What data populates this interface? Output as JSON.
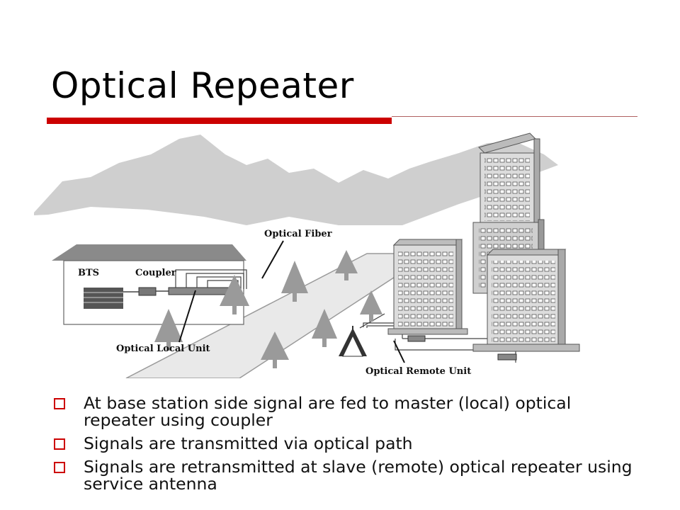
{
  "slide": {
    "title": "Optical Repeater",
    "accent_color": "#cc0000"
  },
  "diagram": {
    "labels": {
      "optical_fiber": "Optical Fiber",
      "bts": "BTS",
      "coupler": "Coupler",
      "optical_local_unit": "Optical Local Unit",
      "optical_remote_unit": "Optical Remote Unit"
    }
  },
  "bullets": [
    "At base station side signal are fed to master (local) optical repeater using coupler",
    "Signals are transmitted via optical path",
    "Signals are retransmitted at slave (remote) optical repeater using service antenna"
  ]
}
